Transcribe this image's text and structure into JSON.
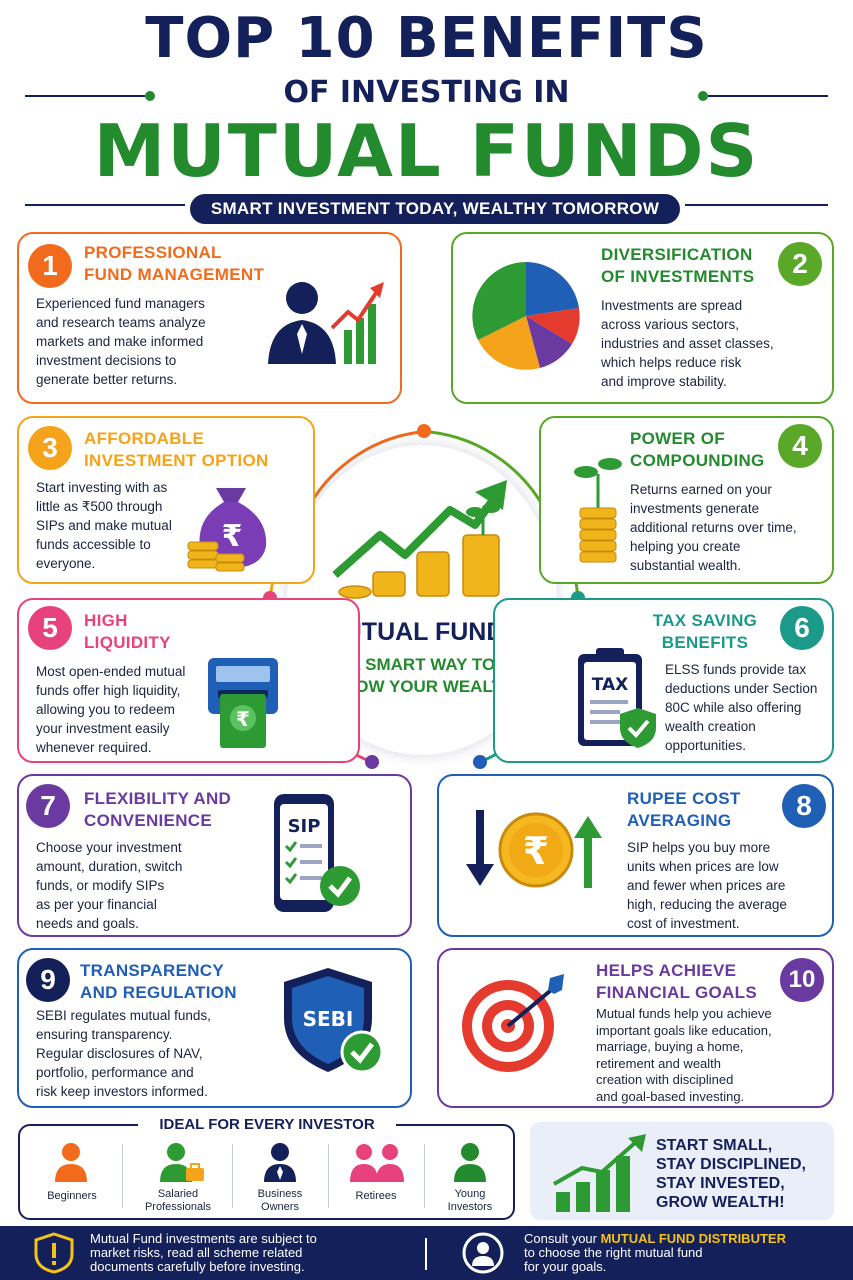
{
  "header": {
    "title_line1": "TOP 10 BENEFITS",
    "title_line2": "OF INVESTING IN",
    "title_line3": "MUTUAL FUNDS",
    "tagline": "SMART INVESTMENT TODAY, WEALTHY TOMORROW"
  },
  "colors": {
    "navy": "#14205a",
    "green": "#238a2e",
    "orange": "#f26b1d",
    "amber": "#f5a31a",
    "pink": "#e8427c",
    "purple": "#6a3aa0",
    "blue": "#1f5fb5",
    "teal": "#1b9a8a",
    "lime": "#5aa828"
  },
  "benefits": [
    {
      "number": "1",
      "title_line1": "PROFESSIONAL",
      "title_line2": "FUND MANAGEMENT",
      "body": [
        "Experienced fund managers",
        "and research teams analyze",
        "markets and make informed",
        "investment decisions to",
        "generate better returns."
      ],
      "icon": "fund-manager-icon"
    },
    {
      "number": "2",
      "title_line1": "DIVERSIFICATION",
      "title_line2": "OF INVESTMENTS",
      "body": [
        "Investments are spread",
        "across various sectors,",
        "industries and asset classes,",
        "which helps reduce risk",
        "and improve stability."
      ],
      "icon": "pie-chart-icon"
    },
    {
      "number": "3",
      "title_line1": "AFFORDABLE",
      "title_line2": "INVESTMENT OPTION",
      "body": [
        "Start investing with as",
        "little as ₹500 through",
        "SIPs and make mutual",
        "funds accessible to",
        "everyone."
      ],
      "icon": "money-bag-icon"
    },
    {
      "number": "4",
      "title_line1": "POWER OF",
      "title_line2": "COMPOUNDING",
      "body": [
        "Returns earned on your",
        "investments generate",
        "additional returns over time,",
        "helping you create",
        "substantial wealth."
      ],
      "icon": "coin-plant-icon"
    },
    {
      "number": "5",
      "title_line1": "HIGH",
      "title_line2": "LIQUIDITY",
      "body": [
        "Most open-ended mutual",
        "funds offer high liquidity,",
        "allowing you to redeem",
        "your investment easily",
        "whenever required."
      ],
      "icon": "atm-cash-icon"
    },
    {
      "number": "6",
      "title_line1": "TAX SAVING",
      "title_line2": "BENEFITS",
      "body": [
        "ELSS funds provide tax",
        "deductions under Section",
        "80C while also offering",
        "wealth creation",
        "opportunities."
      ],
      "icon": "tax-clipboard-icon",
      "icon_text": "TAX"
    },
    {
      "number": "7",
      "title_line1": "FLEXIBILITY AND",
      "title_line2": "CONVENIENCE",
      "body": [
        "Choose your investment",
        "amount, duration, switch",
        "funds, or modify SIPs",
        "as per your financial",
        "needs and goals."
      ],
      "icon": "sip-phone-icon",
      "icon_text": "SIP"
    },
    {
      "number": "8",
      "title_line1": "RUPEE COST",
      "title_line2": "AVERAGING",
      "body": [
        "SIP helps you buy more",
        "units when prices are low",
        "and fewer when prices are",
        "high, reducing the average",
        "cost of investment."
      ],
      "icon": "rupee-coin-icon"
    },
    {
      "number": "9",
      "title_line1": "TRANSPARENCY",
      "title_line2": "AND REGULATION",
      "body": [
        "SEBI regulates mutual funds,",
        "ensuring transparency.",
        "Regular disclosures of NAV,",
        "portfolio, performance and",
        "risk keep investors informed."
      ],
      "icon": "sebi-shield-icon",
      "icon_text": "SEBI"
    },
    {
      "number": "10",
      "title_line1": "HELPS ACHIEVE",
      "title_line2": "FINANCIAL GOALS",
      "body": [
        "Mutual funds help you achieve",
        "important goals like education,",
        "marriage, buying a home,",
        "retirement and wealth",
        "creation with disciplined",
        "and goal-based investing."
      ],
      "icon": "target-icon"
    }
  ],
  "center": {
    "title": "MUTUAL FUNDS",
    "subtitle_line1": "A SMART WAY TO",
    "subtitle_line2": "GROW YOUR WEALTH"
  },
  "investors": {
    "heading": "IDEAL FOR EVERY INVESTOR",
    "items": [
      {
        "line1": "Beginners",
        "line2": ""
      },
      {
        "line1": "Salaried",
        "line2": "Professionals"
      },
      {
        "line1": "Business",
        "line2": "Owners"
      },
      {
        "line1": "Retirees",
        "line2": ""
      },
      {
        "line1": "Young",
        "line2": "Investors"
      }
    ]
  },
  "slogan": [
    "START SMALL,",
    "STAY DISCIPLINED,",
    "STAY INVESTED,",
    "GROW WEALTH!"
  ],
  "footer": {
    "disclaimer": [
      "Mutual Fund investments are subject to",
      "market risks, read all scheme related",
      "documents carefully before investing."
    ],
    "consult_prefix": "Consult your ",
    "consult_highlight": "MUTUAL FUND DISTRIBUTER",
    "consult_rest": [
      "to choose the right mutual fund",
      "for your goals."
    ]
  }
}
